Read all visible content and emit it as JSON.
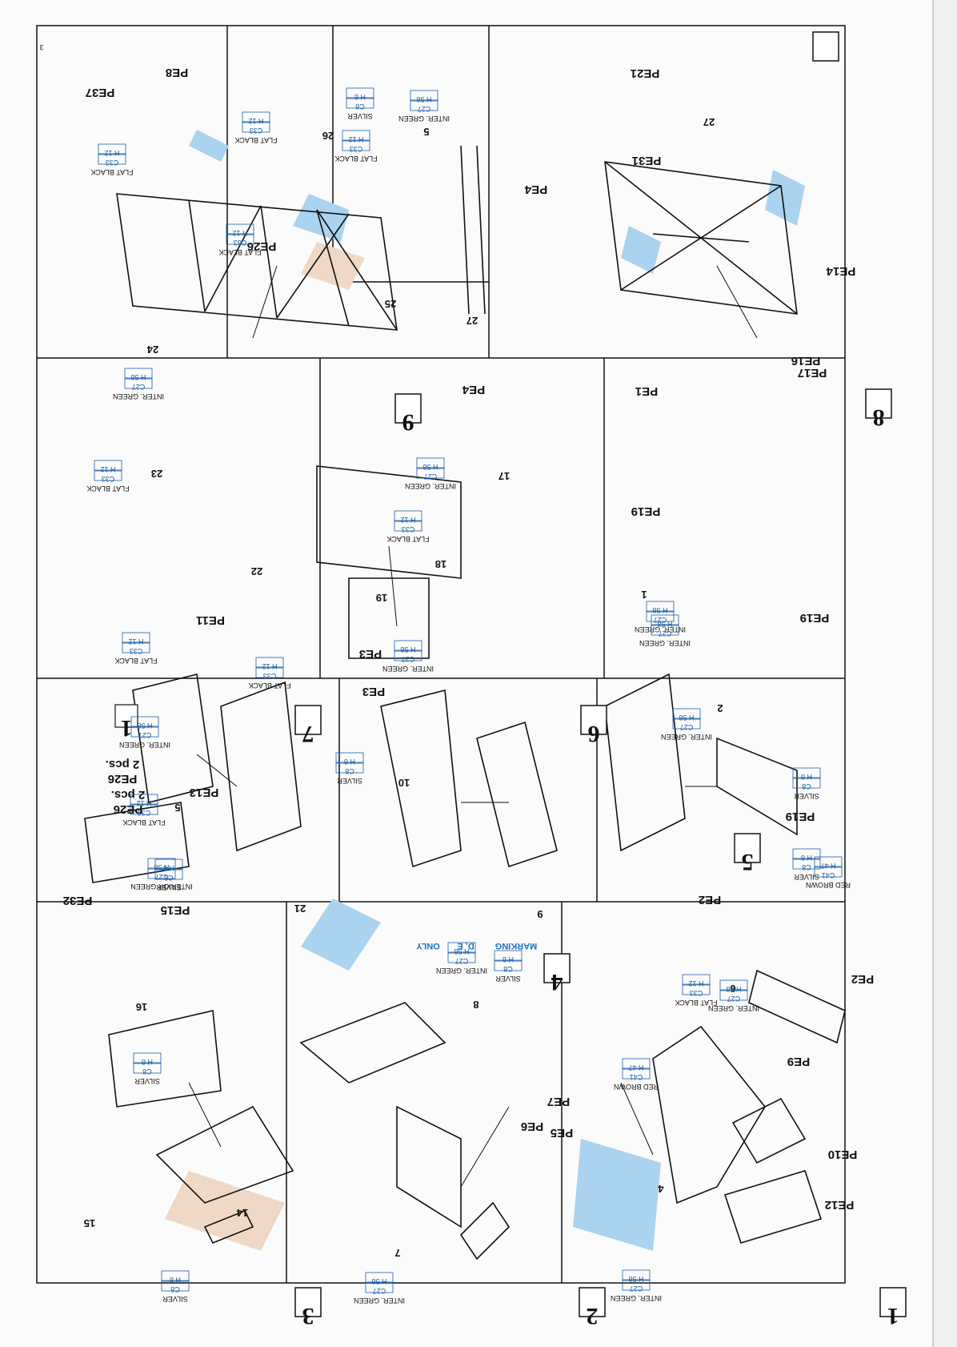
{
  "page_number": "3",
  "steps": [
    {
      "number": "1",
      "name": "step-1"
    },
    {
      "number": "2",
      "name": "step-2"
    },
    {
      "number": "3",
      "name": "step-3"
    },
    {
      "number": "4",
      "name": "step-4"
    },
    {
      "number": "5",
      "name": "step-5"
    },
    {
      "number": "6",
      "name": "step-6"
    },
    {
      "number": "7",
      "name": "step-7"
    },
    {
      "number": "8",
      "name": "step-8"
    },
    {
      "number": "9",
      "name": "step-9"
    }
  ],
  "sub_step_1": "1",
  "marking": {
    "prefix": "MARKING",
    "letters": "D, E",
    "suffix": "ONLY"
  },
  "part_labels": [
    "4",
    "6",
    "7",
    "8",
    "14",
    "15",
    "16",
    "9",
    "10",
    "21",
    "2",
    "1",
    "17",
    "18",
    "19",
    "5",
    "22",
    "23",
    "24",
    "25",
    "26",
    "5",
    "27",
    "27"
  ],
  "pe_labels": [
    "PE12",
    "PE10",
    "PE9",
    "PE2",
    "PE2",
    "PE6",
    "PE5",
    "PE7",
    "PE15",
    "PE32",
    "PE26",
    "2 pcs.",
    "PE26",
    "2 pcs.",
    "PE13",
    "PE19",
    "PE19",
    "PE19",
    "PE3",
    "PE3",
    "PE11",
    "PE16",
    "PE17",
    "PE1",
    "PE14",
    "PE4",
    "PE31",
    "PE21",
    "PE4",
    "PE26",
    "PE37",
    "PE8"
  ],
  "paint_codes": [
    "H 58",
    "C27",
    "INTER. GREEN",
    "H 47",
    "C41",
    "RED BROWN",
    "H 58",
    "C27",
    "INTER. GREEN",
    "H 12",
    "C33",
    "FLAT BLACK",
    "H 58",
    "C27",
    "INTER. GREEN",
    "H 58",
    "C27",
    "INTER. GREEN",
    "H 8",
    "C8",
    "SILVER",
    "H 8",
    "C8",
    "SILVER",
    "H 8",
    "C8",
    "SILVER",
    "H 8",
    "C8",
    "SILVER",
    "H 8",
    "C8",
    "SILVER",
    "H 8",
    "C8",
    "SILVER",
    "H 47",
    "C41",
    "RED BROWN",
    "H 8",
    "C8",
    "SILVER",
    "H 12",
    "C33",
    "FLAT BLACK",
    "H 58",
    "C27",
    "INTER. GREEN",
    "H 58",
    "C27",
    "INTER. GREEN",
    "H 58",
    "C27",
    "INTER. GREEN",
    "H 58",
    "C27",
    "INTER. GREEN",
    "H 58",
    "C27",
    "INTER. GREEN",
    "H 12",
    "C33",
    "FLAT BLACK",
    "H 12",
    "C33",
    "FLAT BLACK",
    "H 12",
    "C33",
    "FLAT BLACK",
    "H 58",
    "C27",
    "INTERIOR GREEN",
    "H 58",
    "C27",
    "INTER. GREEN",
    "H 12",
    "C33",
    "FLAT BLACK",
    "H 58",
    "C27",
    "INTER. GREEN",
    "H 58",
    "C27",
    "INTER. GREEN",
    "H 12",
    "C33",
    "FLAT BLACK",
    "H 8",
    "C8",
    "SILVER",
    "H 12",
    "C33",
    "FLAT BLACK",
    "H 12",
    "C33",
    "FLAT BLACK",
    "H 12",
    "C33",
    "FLAT BLACK"
  ],
  "colors": {
    "paint_blue": "#1d5fa8",
    "fill_blue": "#a9d3ef",
    "tan": "#efd8c5",
    "line": "#111111"
  }
}
